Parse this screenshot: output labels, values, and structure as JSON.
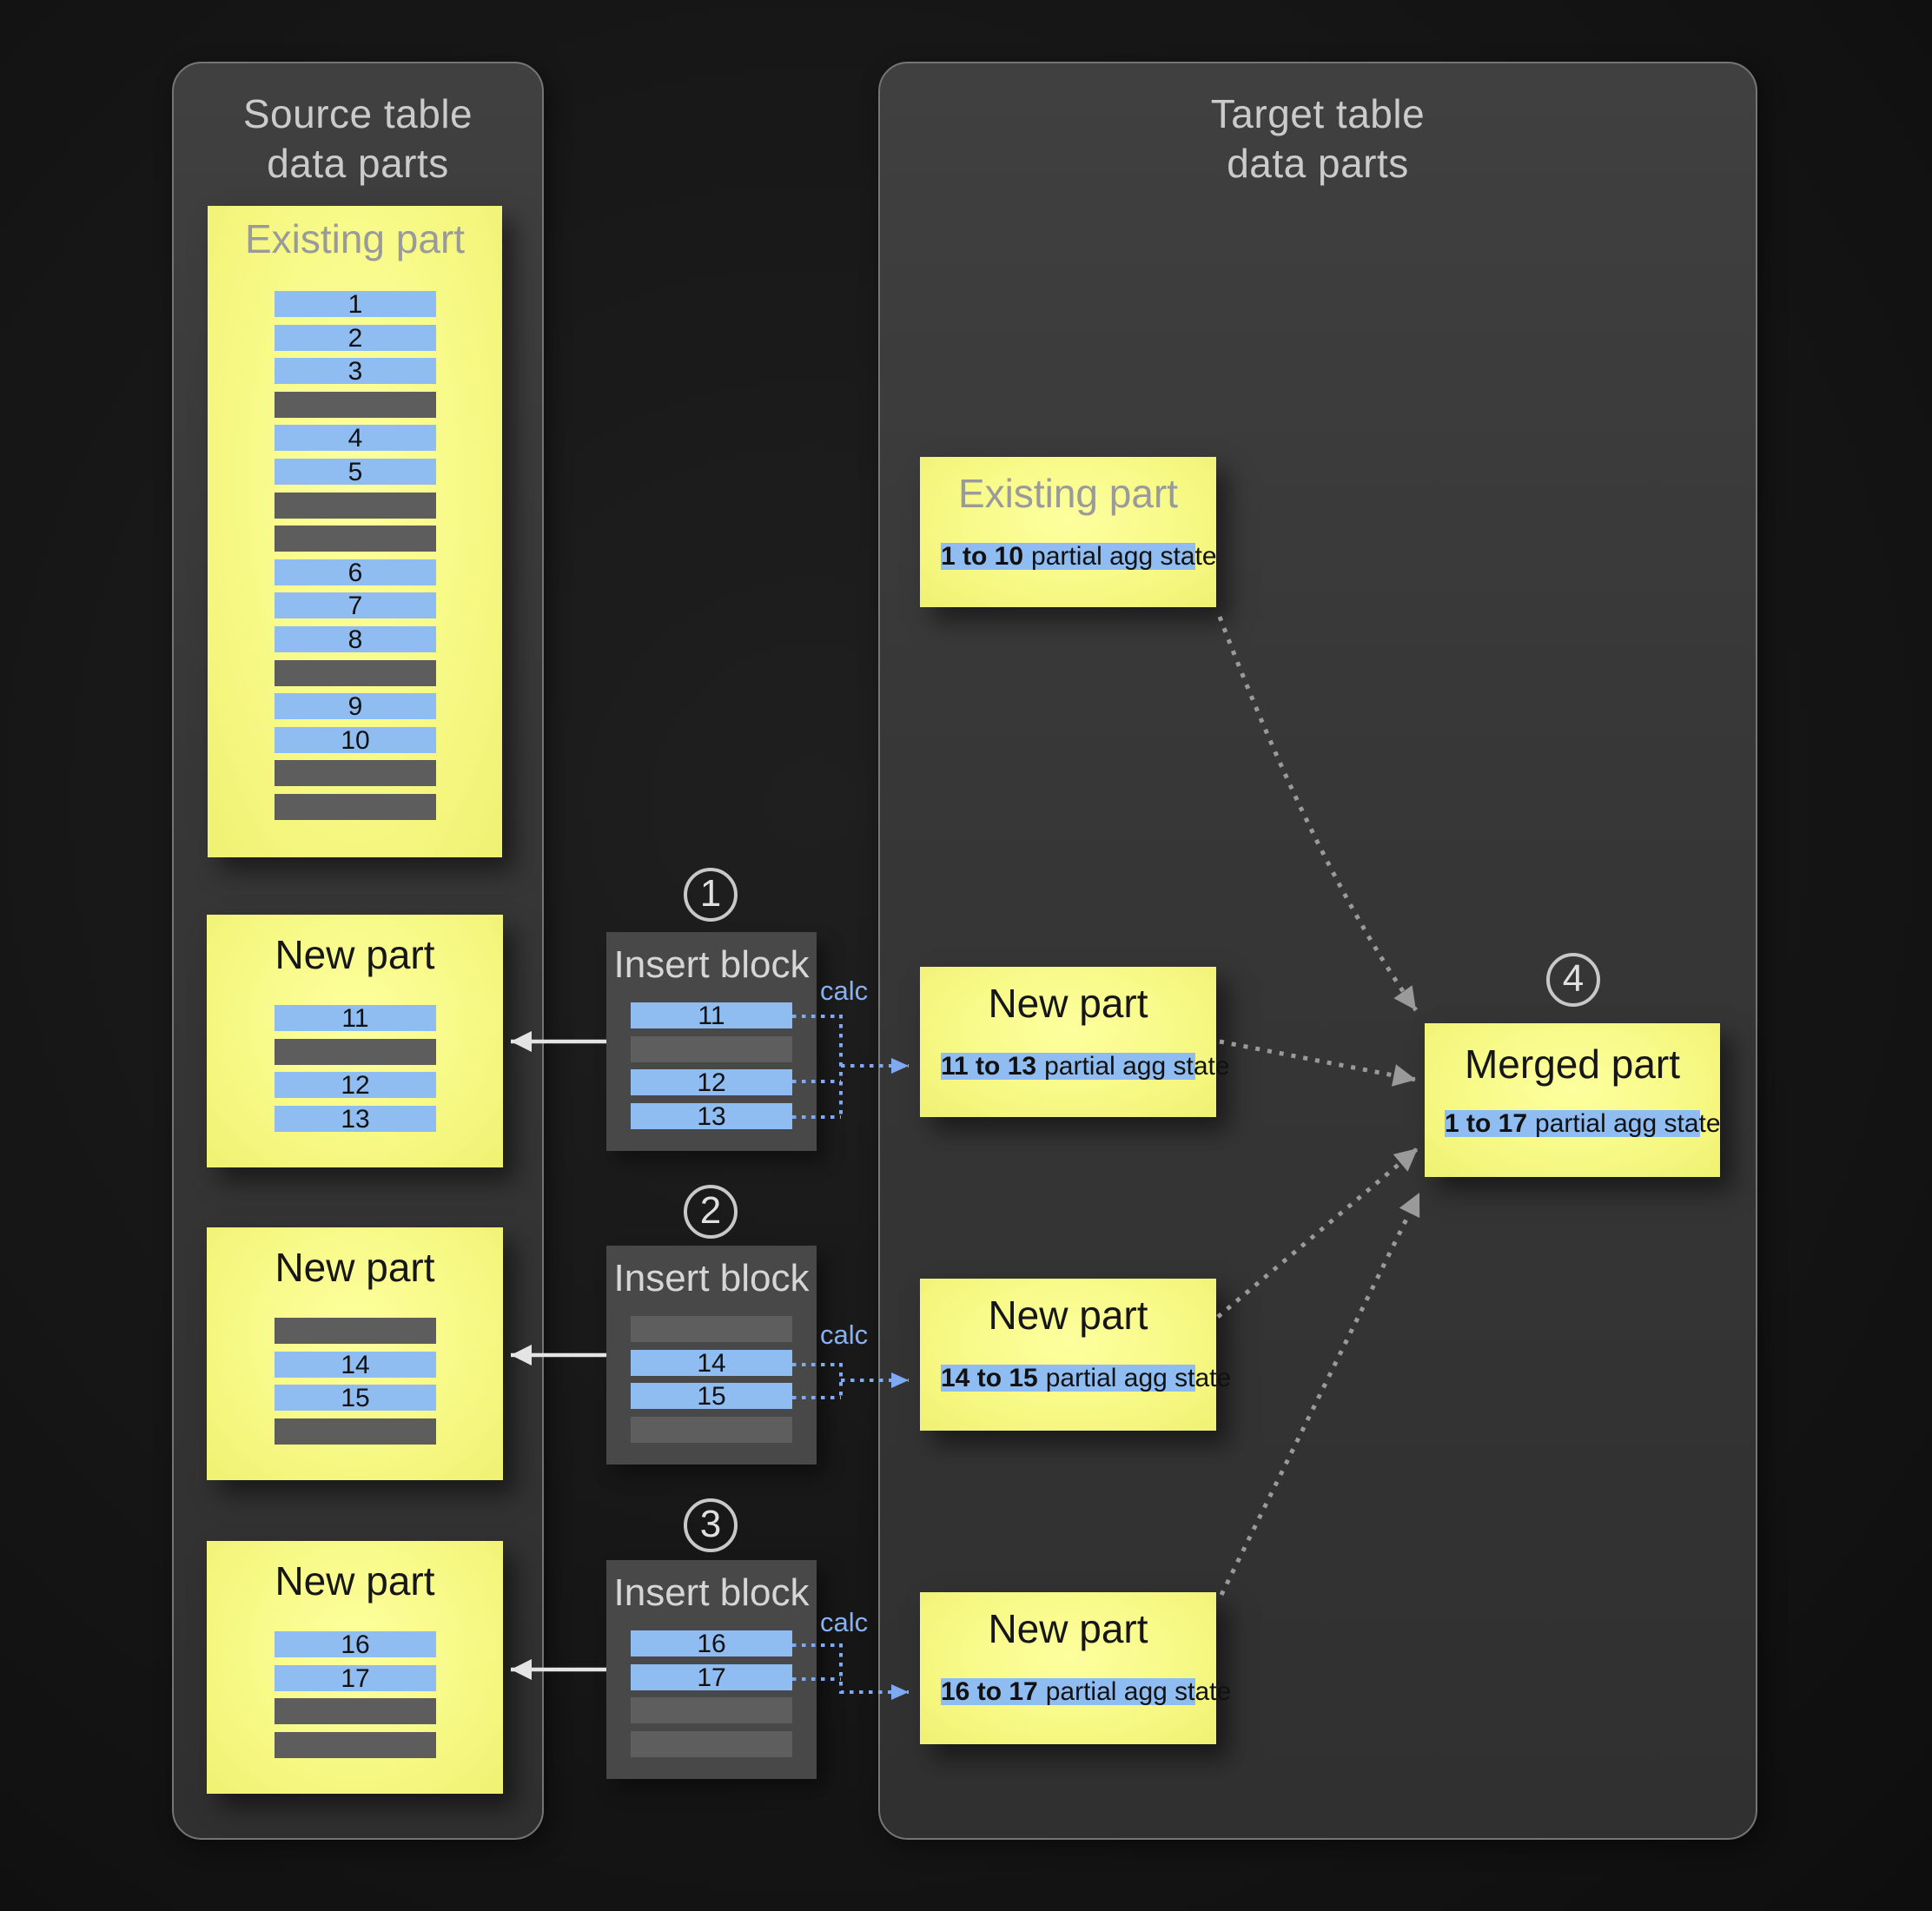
{
  "source_panel": {
    "title_line1": "Source table",
    "title_line2": "data parts",
    "existing_part": {
      "title": "Existing part",
      "rows": [
        "1",
        "2",
        "3",
        "",
        "4",
        "5",
        "",
        "",
        "6",
        "7",
        "8",
        "",
        "9",
        "10",
        "",
        ""
      ]
    },
    "new_parts": [
      {
        "title": "New part",
        "rows": [
          "11",
          "",
          "12",
          "13"
        ]
      },
      {
        "title": "New part",
        "rows": [
          "",
          "14",
          "15",
          ""
        ]
      },
      {
        "title": "New part",
        "rows": [
          "16",
          "17",
          "",
          ""
        ]
      }
    ]
  },
  "insert_blocks": [
    {
      "step": "1",
      "title": "Insert block",
      "calc_label": "calc",
      "rows": [
        "11",
        "",
        "12",
        "13"
      ]
    },
    {
      "step": "2",
      "title": "Insert block",
      "calc_label": "calc",
      "rows": [
        "",
        "14",
        "15",
        ""
      ]
    },
    {
      "step": "3",
      "title": "Insert block",
      "calc_label": "calc",
      "rows": [
        "16",
        "17",
        "",
        ""
      ]
    }
  ],
  "target_panel": {
    "title_line1": "Target table",
    "title_line2": "data parts",
    "existing_part": {
      "title": "Existing part",
      "range": "1 to 10",
      "label": "partial agg state"
    },
    "new_parts": [
      {
        "title": "New part",
        "range": "11 to 13",
        "label": "partial agg state"
      },
      {
        "title": "New part",
        "range": "14 to 15",
        "label": "partial agg state"
      },
      {
        "title": "New part",
        "range": "16 to 17",
        "label": "partial agg state"
      }
    ],
    "merged_part": {
      "step": "4",
      "title": "Merged part",
      "range": "1 to 17",
      "label": "partial agg state"
    }
  },
  "colors": {
    "part_yellow": "#f7f986",
    "row_blue": "#8fbdf2",
    "row_gray": "#5d5d5d",
    "arrow_blue": "#7fa9f0",
    "arrow_gray": "#9a9a9a",
    "arrow_white": "#e4e4e4",
    "panel_gray": "#383838"
  }
}
